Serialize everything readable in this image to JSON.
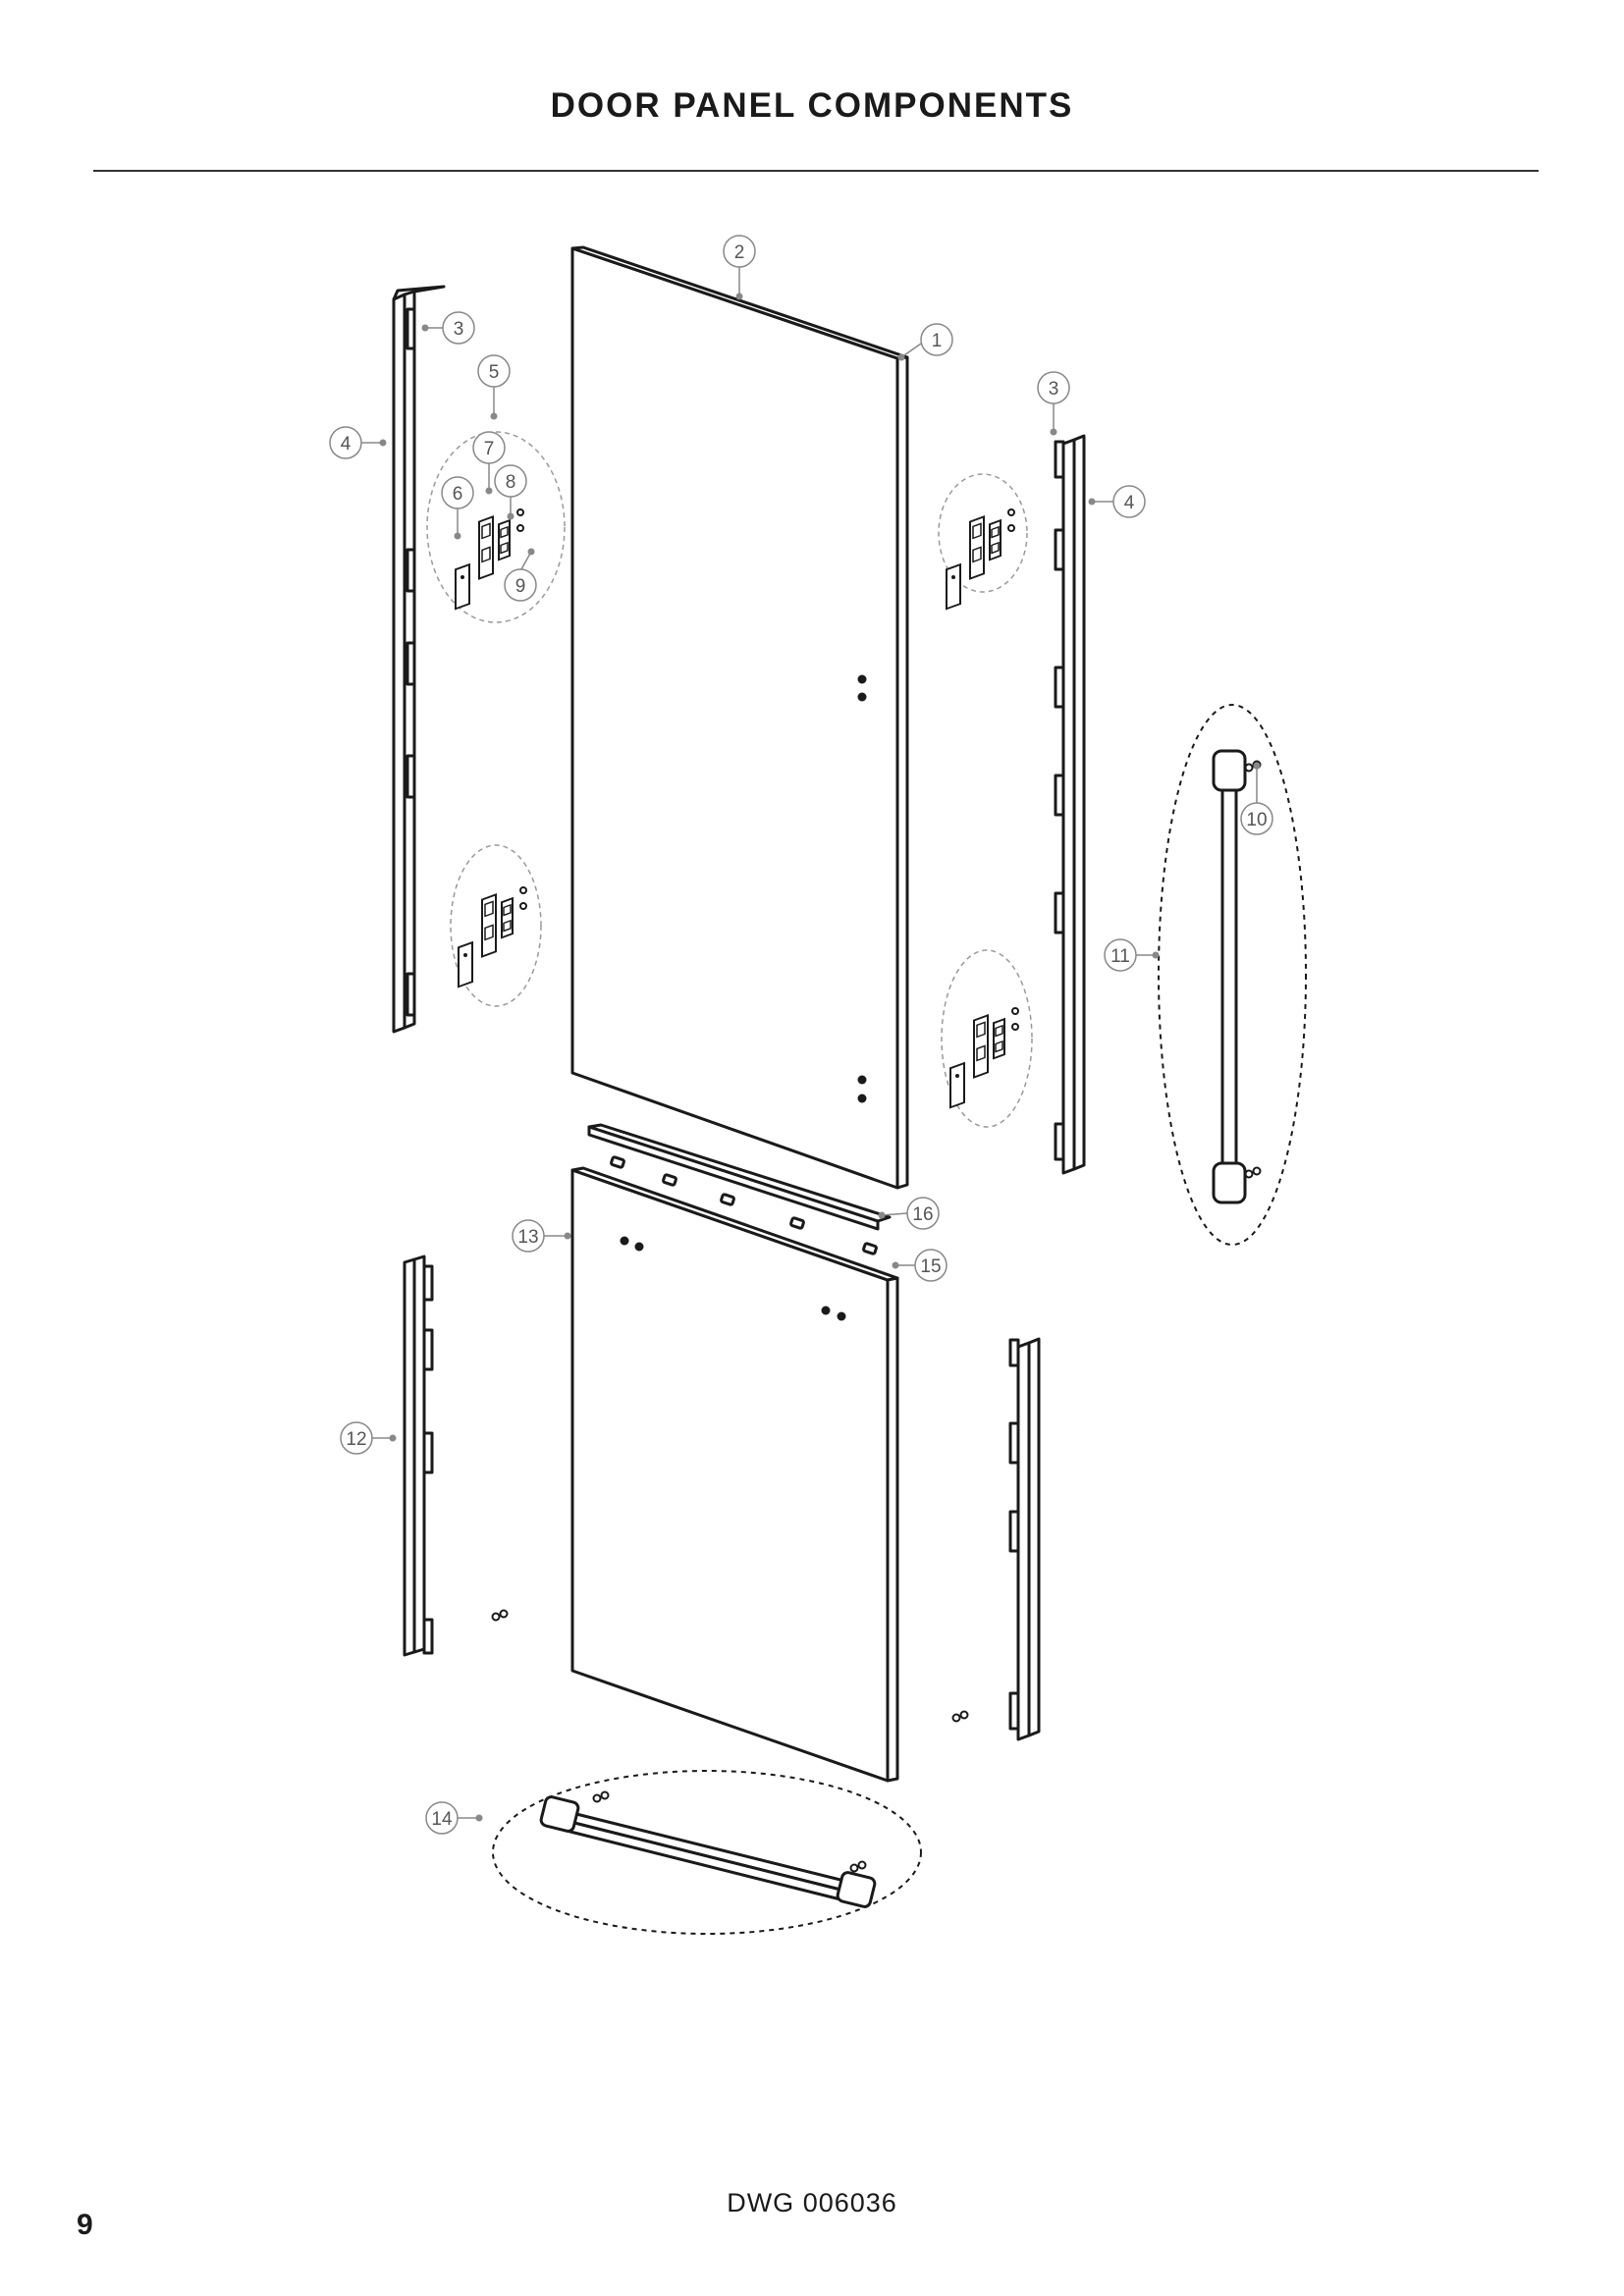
{
  "page": {
    "title": "DOOR PANEL COMPONENTS",
    "drawing_number": "DWG 006036",
    "page_number": "9"
  },
  "diagram": {
    "line_color": "#1a1a1a",
    "callout_color": "#777777",
    "callouts": [
      {
        "id": "c1",
        "label": "1"
      },
      {
        "id": "c2",
        "label": "2"
      },
      {
        "id": "c3a",
        "label": "3"
      },
      {
        "id": "c3b",
        "label": "3"
      },
      {
        "id": "c4a",
        "label": "4"
      },
      {
        "id": "c4b",
        "label": "4"
      },
      {
        "id": "c5",
        "label": "5"
      },
      {
        "id": "c6",
        "label": "6"
      },
      {
        "id": "c7",
        "label": "7"
      },
      {
        "id": "c8",
        "label": "8"
      },
      {
        "id": "c9",
        "label": "9"
      },
      {
        "id": "c10",
        "label": "10"
      },
      {
        "id": "c11",
        "label": "11"
      },
      {
        "id": "c12",
        "label": "12"
      },
      {
        "id": "c13",
        "label": "13"
      },
      {
        "id": "c14",
        "label": "14"
      },
      {
        "id": "c15",
        "label": "15"
      },
      {
        "id": "c16",
        "label": "16"
      }
    ]
  }
}
